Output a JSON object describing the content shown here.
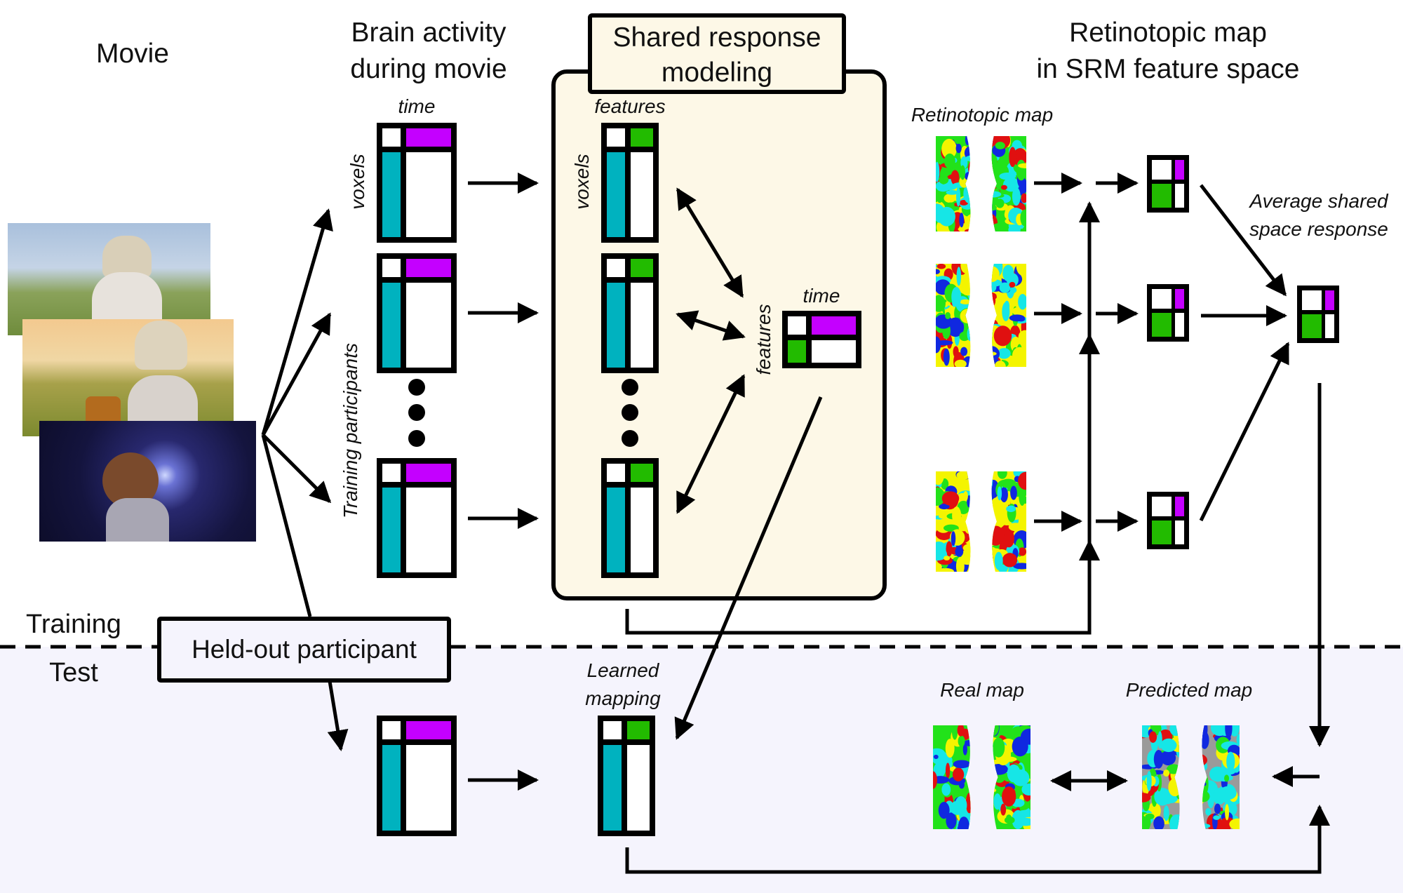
{
  "colors": {
    "voxel_col": "#00b2bf",
    "time_row": "#c400ff",
    "feature": "#22bb00",
    "srm_bg": "#fdf8e7",
    "test_bg": "#f5f4fd"
  },
  "headers": {
    "movie": "Movie",
    "brain_activity": [
      "Brain activity",
      "during movie"
    ],
    "srm": [
      "Shared response",
      "modeling"
    ],
    "retinotopic": [
      "Retinotopic map",
      "in SRM feature space"
    ]
  },
  "axis_labels": {
    "time": "time",
    "voxels": "voxels",
    "features": "features",
    "training_participants": "Training participants",
    "shared_time": "time",
    "shared_features": "features"
  },
  "movie_frames": [
    {
      "name": "frame-field-daytime",
      "icon": "movie-frame-image"
    },
    {
      "name": "frame-field-sunset",
      "icon": "movie-frame-image"
    },
    {
      "name": "frame-space-night",
      "icon": "movie-frame-image"
    }
  ],
  "retinotopic_section": {
    "map_label": "Retinotopic map",
    "avg_label": [
      "Average shared",
      "space response"
    ]
  },
  "split": {
    "training": "Training",
    "test": "Test"
  },
  "test_section": {
    "held_out": "Held-out participant",
    "learned_mapping": [
      "Learned",
      "mapping"
    ],
    "real_map": "Real map",
    "predicted_map": "Predicted map"
  }
}
